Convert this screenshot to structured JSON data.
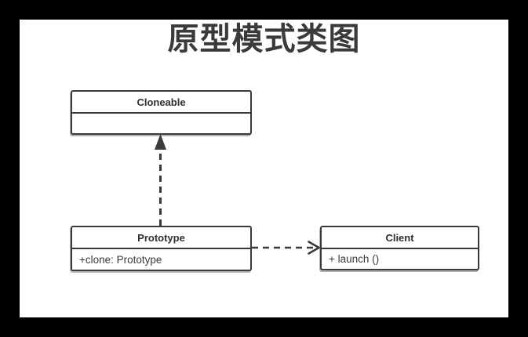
{
  "title": "原型模式类图",
  "diagram": {
    "classes": [
      {
        "name": "Cloneable",
        "members": []
      },
      {
        "name": "Prototype",
        "members": [
          "+clone: Prototype"
        ]
      },
      {
        "name": "Client",
        "members": [
          "+ launch ()"
        ]
      }
    ],
    "relations": [
      {
        "type": "realization",
        "from": "Prototype",
        "to": "Cloneable",
        "line": "dashed",
        "arrowhead": "filled-triangle-up"
      },
      {
        "type": "dependency",
        "from": "Prototype",
        "to": "Client",
        "line": "dashed",
        "arrowhead": "open-chevron-right"
      }
    ],
    "colors": {
      "outer_background": "#000000",
      "canvas_background": "#ffffff",
      "line": "#3a3a3a",
      "text": "#3a3a3a"
    }
  }
}
